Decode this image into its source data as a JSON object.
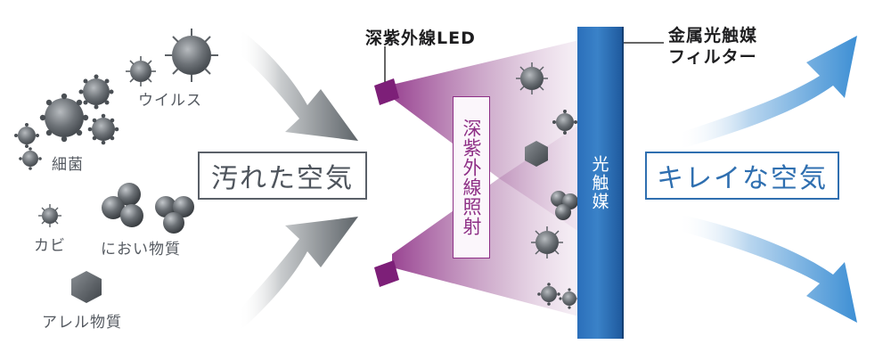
{
  "pollutants": {
    "virus_label": "ウイルス",
    "bacteria_label": "細菌",
    "mold_label": "カビ",
    "odor_label": "におい物質",
    "allergen_label": "アレル物質"
  },
  "dirty_air_label": "汚れた空気",
  "uv_led_label": "深紫外線LED",
  "uv_irradiation_label": "深紫外線照射",
  "filter_callout_label": "金属光触媒\nフィルター",
  "filter_bar_label": "光触媒",
  "clean_air_label": "キレイな空気",
  "colors": {
    "gray_arrow": "#6e7479",
    "blue_arrow": "#3d8fd4",
    "uv_purple": "#8e2f86",
    "filter_blue": "#2f6fb0"
  }
}
